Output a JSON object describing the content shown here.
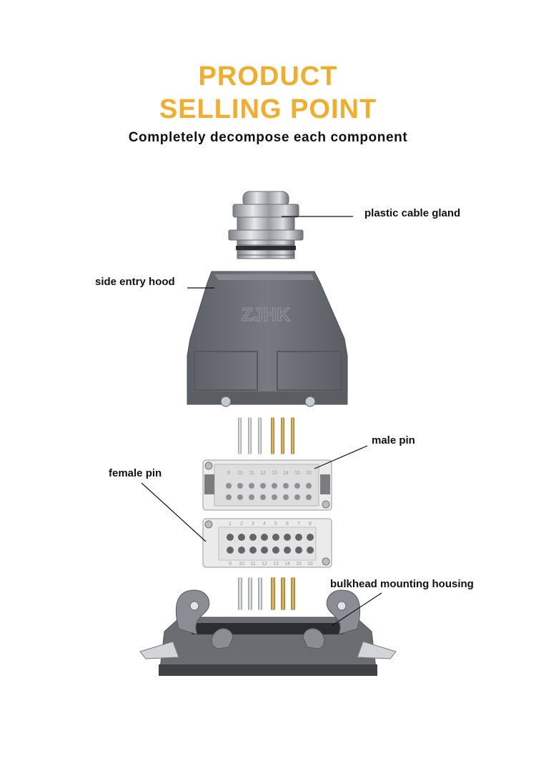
{
  "header": {
    "line1": "PRODUCT",
    "line2": "SELLING POINT",
    "subtitle": "Completely decompose each component"
  },
  "callouts": {
    "cable_gland": "plastic cable gland",
    "hood": "side entry hood",
    "male_pin": "male pin",
    "female_pin": "female pin",
    "bulkhead": "bulkhead mounting housing"
  },
  "hood_logo": "ZJHK",
  "insert_numbers": {
    "male_top": [
      "9",
      "10",
      "11",
      "12",
      "13",
      "14",
      "15",
      "16"
    ],
    "female_top": [
      "1",
      "2",
      "3",
      "4",
      "5",
      "6",
      "7",
      "8"
    ],
    "female_bottom": [
      "9",
      "10",
      "11",
      "12",
      "13",
      "14",
      "15",
      "16"
    ]
  },
  "colors": {
    "accent": "#f2ad2c",
    "text": "#111111",
    "hood_gray": "#6b6e74",
    "insert_white": "#ebebeb",
    "brass": "#c79a3a",
    "silver": "#c4c7cc"
  }
}
